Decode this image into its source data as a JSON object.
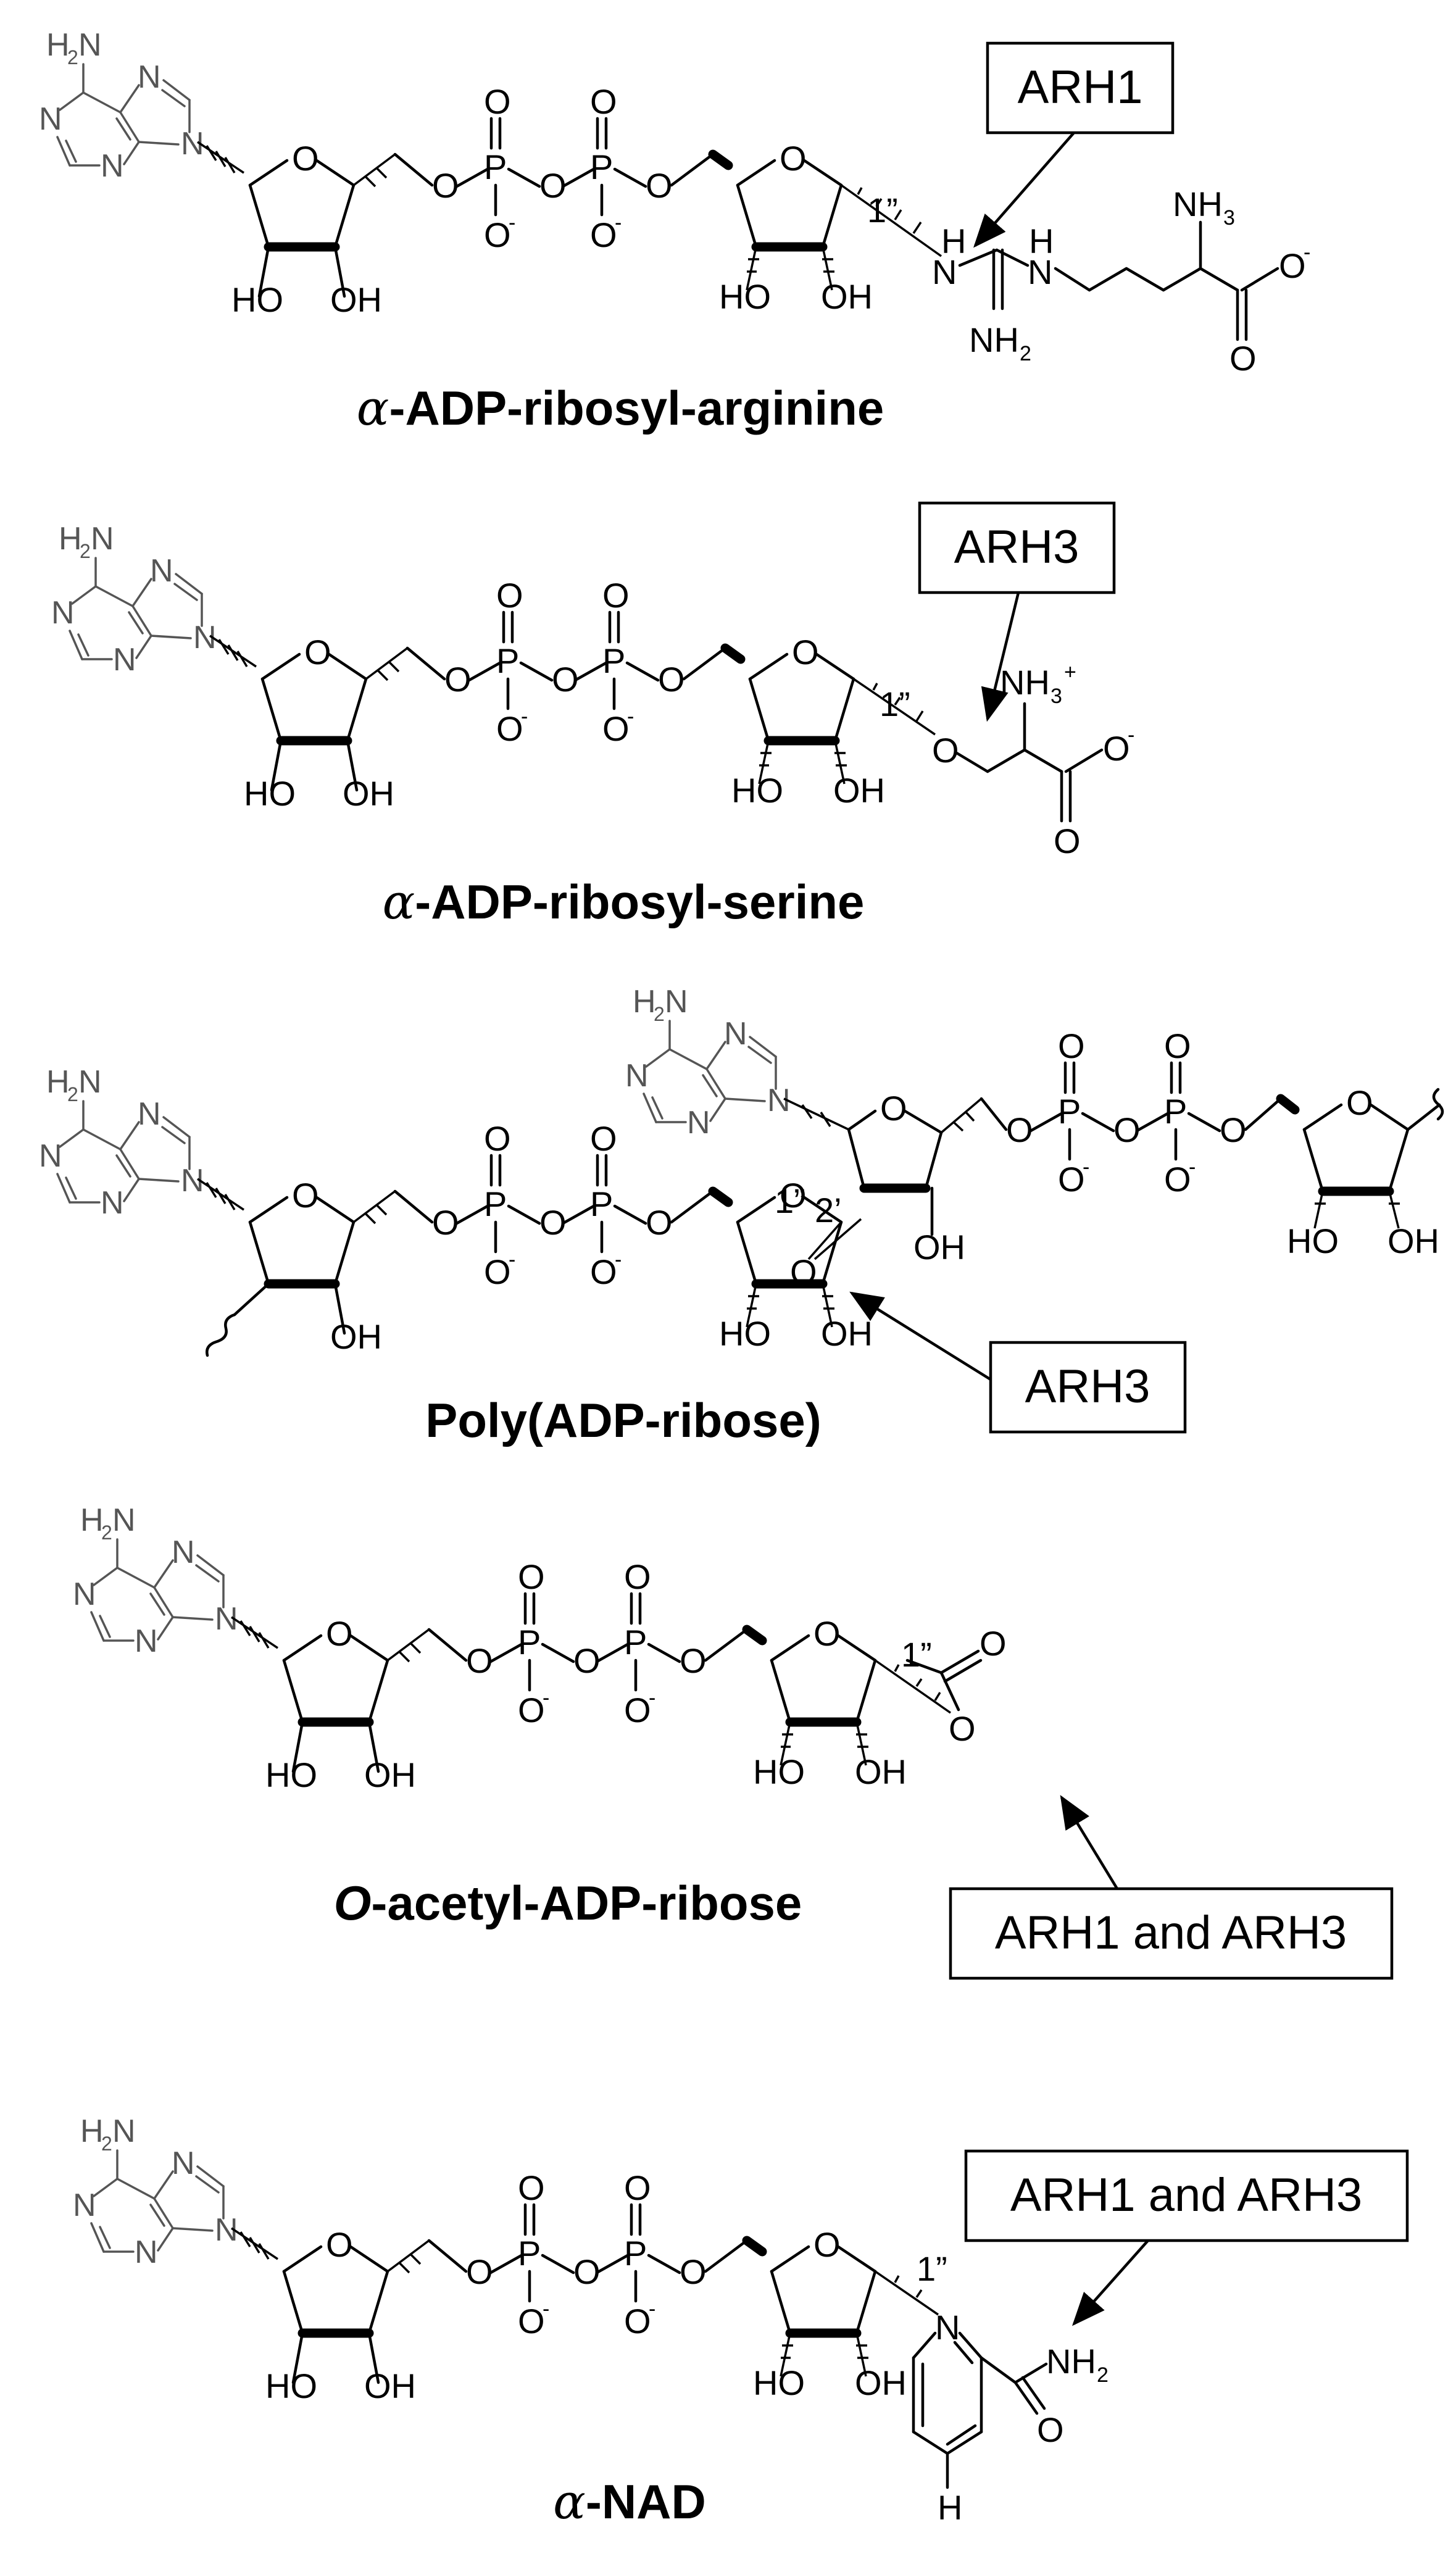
{
  "molecules": [
    {
      "name_prefix": "α",
      "name_rest": "-ADP-ribosyl-arginine",
      "enzyme_box": "ARH1",
      "position_label": "1”",
      "atoms": {
        "n_h": "N",
        "nh_h": "H",
        "n_h2": "N",
        "nh_h2": "H",
        "amine": "NH",
        "amine_sub": "3",
        "nh2": "NH",
        "nh2_sub": "2",
        "carbonyl_o": "O",
        "carboxylate_o": "O",
        "charge": "-"
      }
    },
    {
      "name_prefix": "α",
      "name_rest": "-ADP-ribosyl-serine",
      "enzyme_box": "ARH3",
      "position_label": "1”",
      "atoms": {
        "ether_o": "O",
        "amine": "NH",
        "amine_sub": "3",
        "amine_charge": "+",
        "carbonyl_o": "O",
        "carboxylate_o": "O",
        "charge": "-"
      }
    },
    {
      "name": "Poly(ADP-ribose)",
      "enzyme_box": "ARH3",
      "position_label": "1”",
      "position_label_2": "2’",
      "atoms": {
        "glyco_o": "O",
        "oh": "OH",
        "ho": "HO"
      }
    },
    {
      "name_prefix": "O",
      "name_rest": "-acetyl-ADP-ribose",
      "enzyme_box": "ARH1 and ARH3",
      "position_label": "1”",
      "atoms": {
        "ester_o": "O",
        "carbonyl_o": "O"
      }
    },
    {
      "name_prefix": "α",
      "name_rest": "-NAD",
      "enzyme_box": "ARH1 and ARH3",
      "position_label": "1”",
      "atoms": {
        "ring_n": "N",
        "amide": "NH",
        "amide_sub": "2",
        "amide_o": "O",
        "h": "H"
      }
    }
  ],
  "common_atoms": {
    "h2n": "H",
    "h2n_sub": "2",
    "h2n_n": "N",
    "n": "N",
    "o": "O",
    "p": "P",
    "oh": "OH",
    "ho": "HO",
    "charge": "-"
  },
  "colors": {
    "text": "#000000",
    "adenine": "#555555",
    "background": "#ffffff"
  }
}
